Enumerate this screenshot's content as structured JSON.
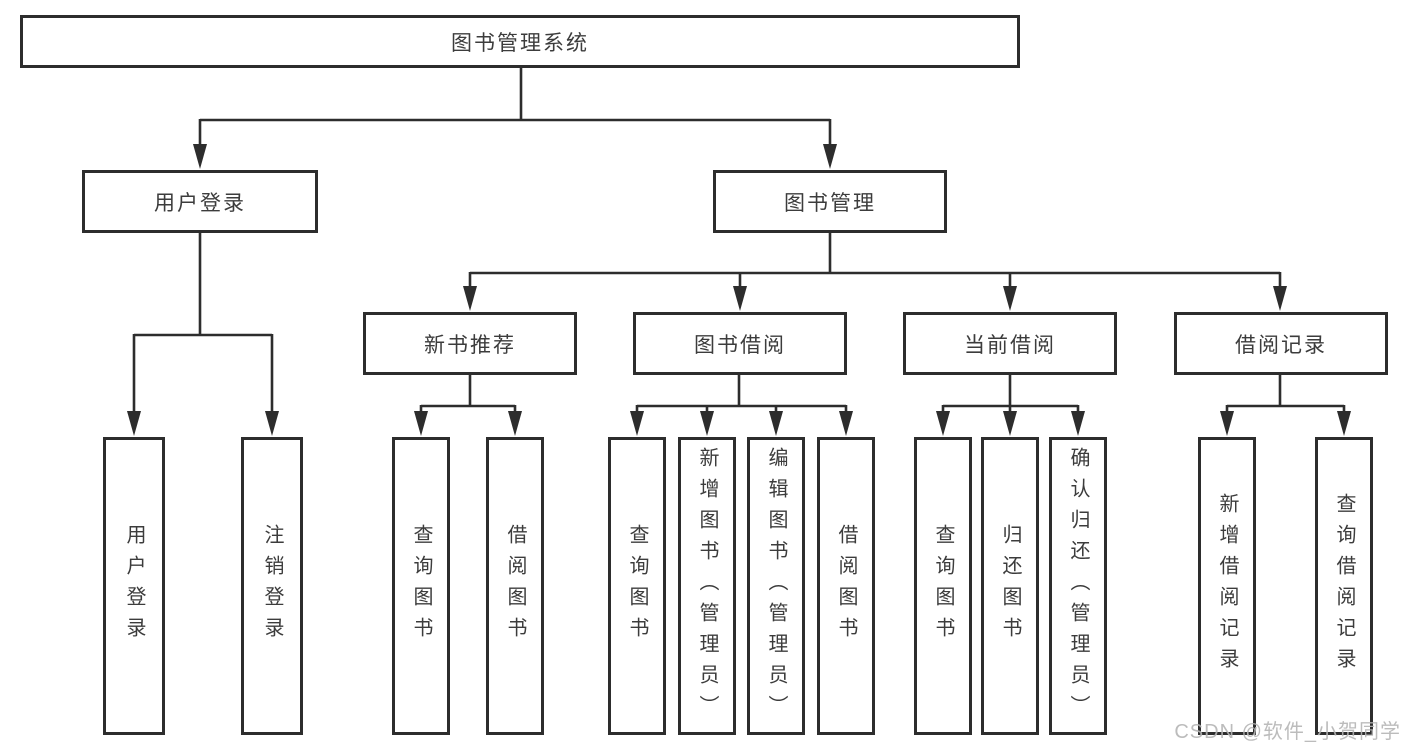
{
  "tree": {
    "root": {
      "label": "图书管理系统",
      "children": [
        {
          "label": "用户登录",
          "children": [
            {
              "label": "用户登录"
            },
            {
              "label": "注销登录"
            }
          ]
        },
        {
          "label": "图书管理",
          "children": [
            {
              "label": "新书推荐",
              "children": [
                {
                  "label": "查询图书"
                },
                {
                  "label": "借阅图书"
                }
              ]
            },
            {
              "label": "图书借阅",
              "children": [
                {
                  "label": "查询图书"
                },
                {
                  "label": "新增图书（管理员）"
                },
                {
                  "label": "编辑图书（管理员）"
                },
                {
                  "label": "借阅图书"
                }
              ]
            },
            {
              "label": "当前借阅",
              "children": [
                {
                  "label": "查询图书"
                },
                {
                  "label": "归还图书"
                },
                {
                  "label": "确认归还（管理员）"
                }
              ]
            },
            {
              "label": "借阅记录",
              "children": [
                {
                  "label": "新增借阅记录"
                },
                {
                  "label": "查询借阅记录"
                }
              ]
            }
          ]
        }
      ]
    }
  },
  "watermark": {
    "text": "CSDN @软件_小贺同学"
  },
  "colors": {
    "line": "#2d2d2d",
    "text": "#3c3c3c",
    "background": "#ffffff",
    "watermark": "#b5b5b5"
  }
}
